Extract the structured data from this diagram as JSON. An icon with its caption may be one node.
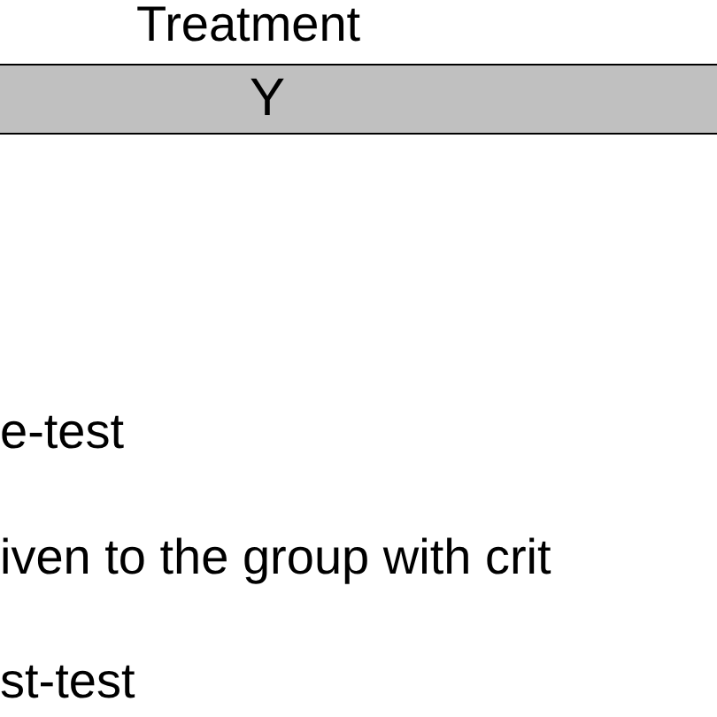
{
  "diagram": {
    "nodes": [
      {
        "text": [
          "Y"
        ]
      }
    ],
    "edges": [],
    "labels": [
      "Treatment",
      "e-test",
      "iven to the group with crit",
      "st-test"
    ]
  }
}
